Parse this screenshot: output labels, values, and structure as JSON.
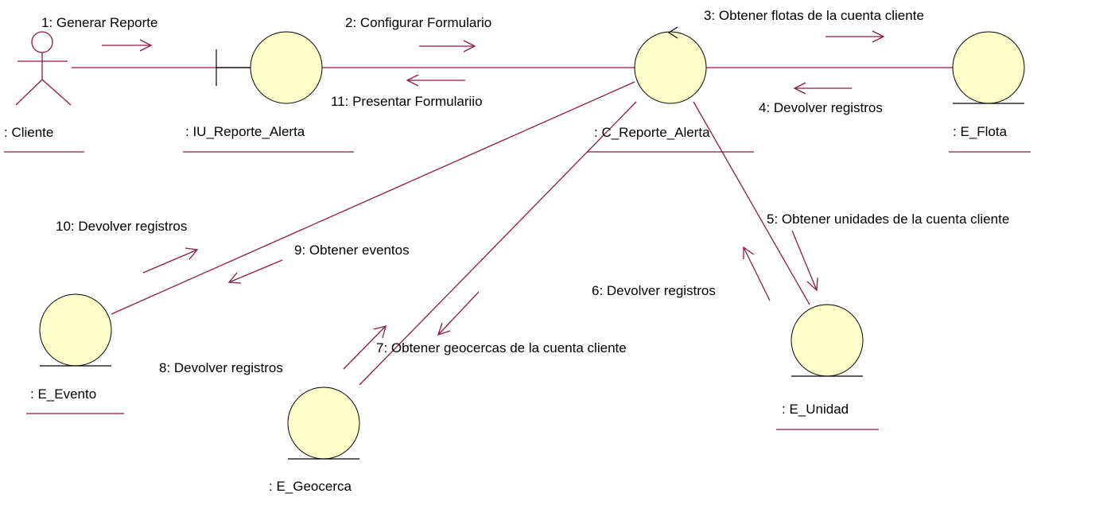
{
  "colors": {
    "line": "#8B1A4A",
    "object_fill": "#FFFFCC",
    "object_stroke": "#000000",
    "text": "#000000"
  },
  "objects": {
    "actor": ": Cliente",
    "boundary": ": IU_Reporte_Alerta",
    "control": ": C_Reporte_Alerta",
    "flota": ": E_Flota",
    "evento": ": E_Evento",
    "geocerca": ": E_Geocerca",
    "unidad": ": E_Unidad"
  },
  "messages": {
    "m1": "1: Generar Reporte",
    "m2": "2: Configurar Formulario",
    "m3": "3: Obtener flotas de la cuenta cliente",
    "m4": "4: Devolver registros",
    "m5": "5: Obtener unidades de la cuenta cliente",
    "m6": "6: Devolver registros",
    "m7": "7: Obtener geocercas de la cuenta cliente",
    "m8": "8: Devolver registros",
    "m9": "9: Obtener eventos",
    "m10": "10: Devolver registros",
    "m11": "11: Presentar Formulariio"
  }
}
